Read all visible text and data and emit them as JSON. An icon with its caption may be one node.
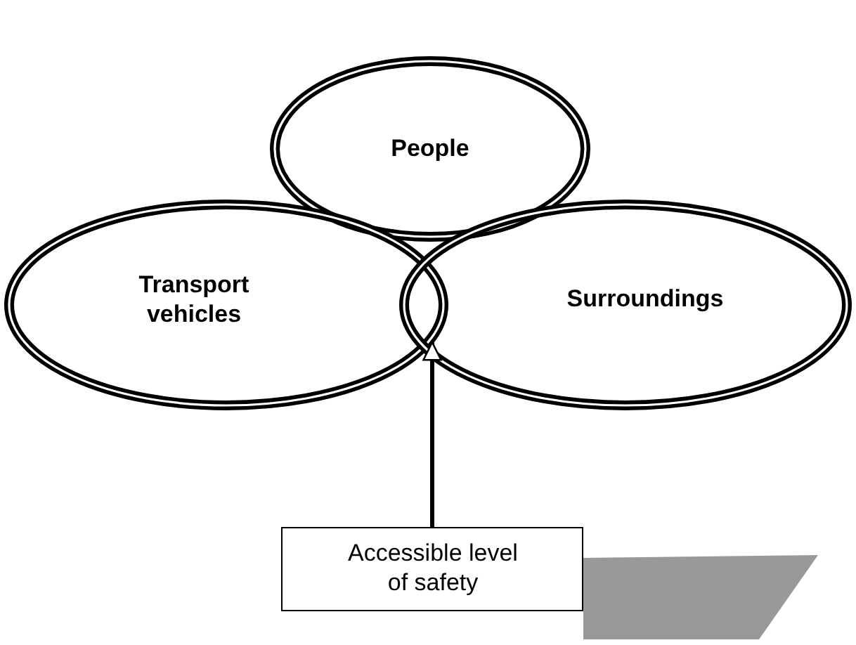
{
  "diagram": {
    "nodes": [
      {
        "text": [
          "People"
        ]
      },
      {
        "text": [
          "Transport vehicles"
        ]
      },
      {
        "text": [
          "Surroundings"
        ]
      },
      {
        "text": [
          "Accessible level of safety"
        ]
      }
    ],
    "edges": [
      {
        "from": 3,
        "to": 1,
        "arrow": "to"
      }
    ]
  }
}
